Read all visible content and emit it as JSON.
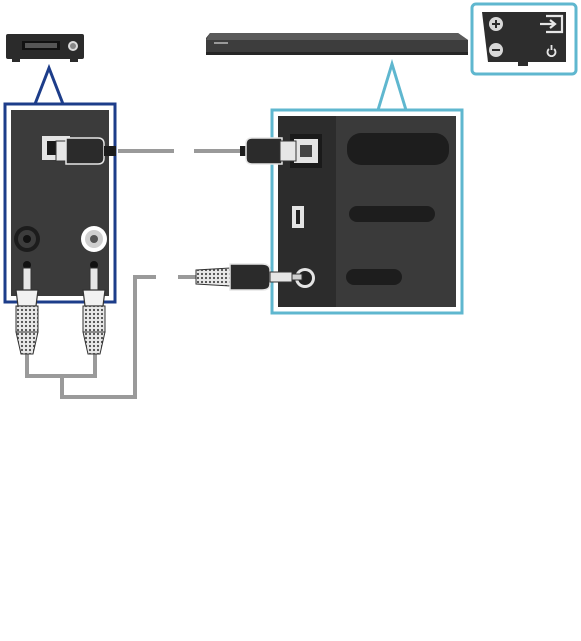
{
  "diagram": {
    "source_device": {
      "icon": "av-receiver-icon"
    },
    "soundbar": {
      "icon": "soundbar-icon"
    },
    "control_panel": {
      "buttons": [
        {
          "icon": "volume-up-icon",
          "glyph": "+"
        },
        {
          "icon": "source-input-icon"
        },
        {
          "icon": "volume-down-icon",
          "glyph": "−"
        },
        {
          "icon": "power-icon"
        }
      ]
    },
    "source_panel": {
      "ports": [
        "optical-out-port",
        "rca-left-port",
        "rca-right-port"
      ],
      "border_color": "#1d3d8a"
    },
    "soundbar_panel": {
      "ports": [
        "optical-in-port",
        "usb-port",
        "aux-in-port"
      ],
      "border_color": "#5fb7cf"
    },
    "cables": [
      "optical-cable",
      "rca-to-35mm-cable"
    ],
    "colors": {
      "panel_bg": "#3b3b3b",
      "panel_dark": "#1f1f1f",
      "cable": "#9a9a9a",
      "source_border": "#1d3d8a",
      "soundbar_border": "#5fb7cf"
    }
  }
}
